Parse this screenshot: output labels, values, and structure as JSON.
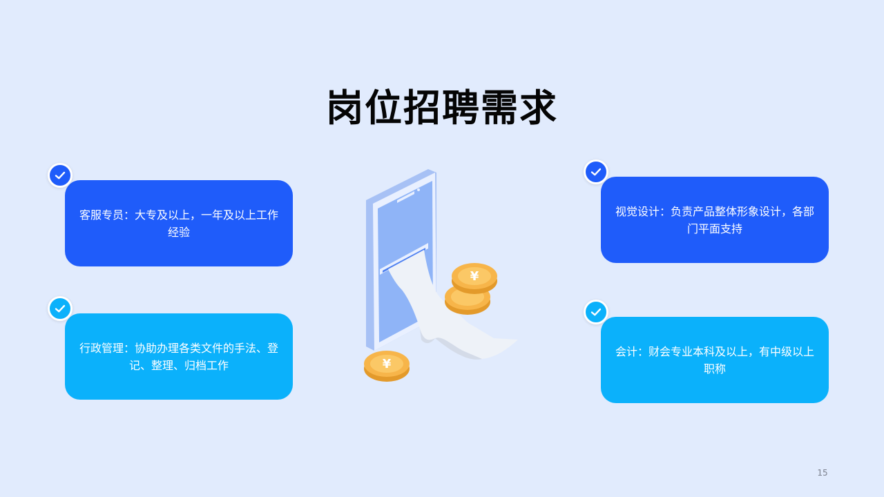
{
  "slide": {
    "title": "岗位招聘需求",
    "page_number": "15"
  },
  "cards": [
    {
      "text": "客服专员：大专及以上，一年及以上工作经验"
    },
    {
      "text": "行政管理：协助办理各类文件的手法、登记、整理、归档工作"
    },
    {
      "text": "视觉设计：负责产品整体形象设计，各部门平面支持"
    },
    {
      "text": "会计：财会专业本科及以上，有中级以上职称"
    }
  ],
  "colors": {
    "background": "#e1ebfd",
    "card_dark": "#1f5cfa",
    "card_light": "#0bb1fb",
    "coin": "#f7b54a"
  },
  "icons": [
    "check-icon",
    "phone-payment-illustration",
    "coin-icon"
  ]
}
